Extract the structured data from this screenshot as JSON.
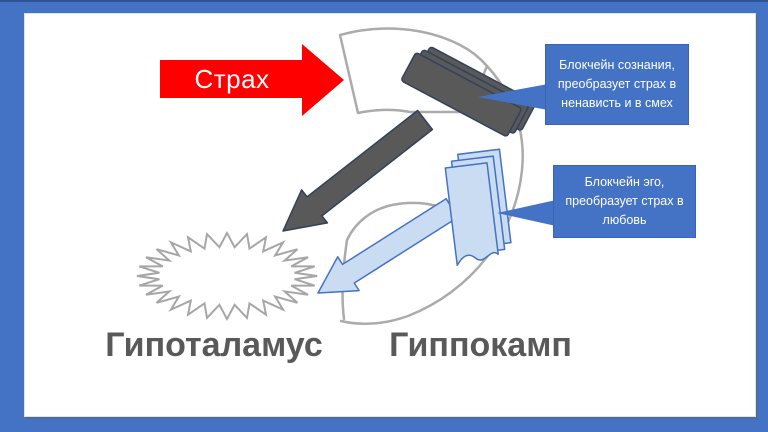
{
  "slide": {
    "fear_arrow_label": "Страх",
    "callout_consciousness": "Блокчейн сознания, преобразует страх в ненависть и в смех",
    "callout_ego": "Блокчейн эго, преобразует страх в любовь",
    "label_hypothalamus": "Гипоталамус",
    "label_hippocampus": "Гиппокамп"
  },
  "colors": {
    "frame_blue": "#4472C4",
    "frame_top_edge": "#2F5597",
    "callout_blue": "#4472C4",
    "arrow_red": "#FE0000",
    "shape_dark_gray": "#595959",
    "shape_dark_outline": "#33415C",
    "shape_light_blue": "#C9DCF2",
    "shape_light_blue_outline": "#4472C4",
    "outline_gray": "#A6A6A6",
    "label_gray": "#595959",
    "callout_text": "#FFFFFF"
  },
  "shapes": {
    "fear_arrow": {
      "type": "right-block-arrow",
      "fill": "#FE0000"
    },
    "dark_arrow": {
      "type": "down-left-block-arrow",
      "fill": "#595959"
    },
    "light_arrow": {
      "type": "down-left-block-arrow",
      "fill": "#C9DCF2"
    },
    "consciousness_stack": {
      "type": "stacked-cards",
      "fill": "#595959"
    },
    "ego_stack": {
      "type": "stacked-documents",
      "fill": "#C9DCF2"
    },
    "hypothalamus_burst": {
      "type": "explosion-starburst",
      "stroke": "#A6A6A6"
    },
    "brain_outline": {
      "type": "sector-and-arc-outline",
      "stroke": "#A6A6A6"
    }
  }
}
